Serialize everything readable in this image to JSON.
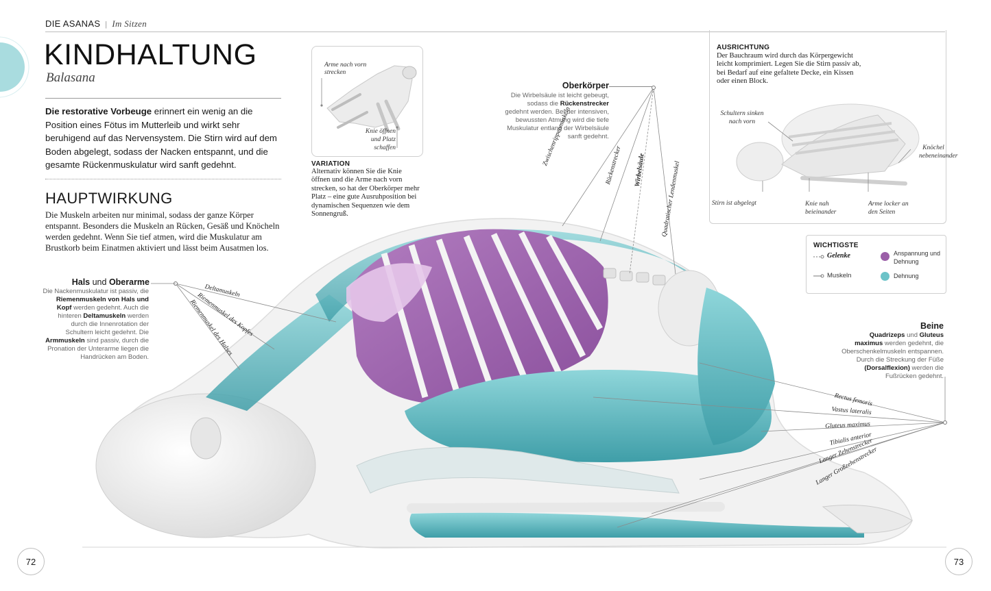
{
  "header": {
    "section": "DIE ASANAS",
    "separator": "|",
    "subsection": "Im Sitzen"
  },
  "title": "KINDHALTUNG",
  "subtitle": "Balasana",
  "intro": {
    "lead": "Die restorative Vorbeuge",
    "text": " erinnert ein wenig an die Position eines Fötus im Mutterleib und wirkt sehr beruhigend auf das Nervensystem. Die Stirn wird auf dem Boden abgelegt, sodass der Nacken entspannt, und die gesamte Rückenmuskulatur wird sanft gedehnt."
  },
  "main_effect": {
    "heading": "HAUPTWIRKUNG",
    "text": "Die Muskeln arbeiten nur minimal, sodass der ganze Körper entspannt. Besonders die Muskeln an Rücken, Gesäß und Knöcheln werden gedehnt. Wenn Sie tief atmen, wird die Muskulatur am Brustkorb beim Einatmen aktiviert und lässt beim Ausatmen los."
  },
  "variation_figure": {
    "label_top": "Arme nach vorn strecken",
    "label_bottom": "Knie öffnen und Platz schaffen"
  },
  "variation": {
    "heading": "VARIATION",
    "text": "Alternativ können Sie die Knie öffnen und die Arme nach vorn strecken, so hat der Oberkörper mehr Platz – eine gute Ausruhposition bei dynamischen Sequenzen wie dem Sonnengruß."
  },
  "upper_body": {
    "heading": "Oberkörper",
    "text_a": "Die Wirbelsäule ist leicht gebeugt, sodass die ",
    "bold": "Rückenstrecker",
    "text_b": " gedehnt werden. Bei der intensiven, bewussten Atmung wird die tiefe Muskulatur entlang der Wirbelsäule sanft gedehnt."
  },
  "upper_labels": [
    "Zwischenrippenmuskeln",
    "Rückenstrecker",
    "Wirbelsäule",
    "Quadratischer Lendenmuskel"
  ],
  "alignment": {
    "heading": "AUSRICHTUNG",
    "text": "Der Bauchraum wird durch das Körpergewicht leicht komprimiert. Legen Sie die Stirn passiv ab, bei Bedarf auf eine gefaltete Decke, ein Kissen oder einen Block.",
    "labels": {
      "shoulders": "Schultern sinken nach vorn",
      "knees_side": "Knöchel nebeneinander",
      "forehead": "Stirn ist abgelegt",
      "knees_close": "Knie nah beieinander",
      "arms": "Arme locker an den Seiten"
    }
  },
  "legend": {
    "title": "WICHTIGSTE",
    "joints": "Gelenke",
    "muscles": "Muskeln",
    "tension": "Anspannung und Dehnung",
    "stretch": "Dehnung",
    "tension_color": "#9b5fa8",
    "stretch_color": "#6cc3c8"
  },
  "neck": {
    "heading_a": "Hals",
    "heading_and": " und ",
    "heading_b": "Oberarme",
    "t1": "Die Nackenmuskulatur ist passiv, die ",
    "b1": "Riemenmuskeln von Hals und Kopf",
    "t2": " werden gedehnt. Auch die hinteren ",
    "b2": "Deltamuskeln",
    "t3": " werden durch die Innenrotation der Schultern leicht gedehnt. Die ",
    "b3": "Armmuskeln",
    "t4": " sind passiv, durch die Pronation der Unterarme liegen die Handrücken am Boden.",
    "labels": [
      "Deltamuskeln",
      "Riemenmuskel des Kopfes",
      "Riemenmuskel des Halses"
    ]
  },
  "legs": {
    "heading": "Beine",
    "b1": "Quadrizeps",
    "t1": " und ",
    "b2": "Gluteus maximus",
    "t2": " werden gedehnt, die Oberschenkelmuskeln entspannen. Durch die Streckung der Füße ",
    "b3": "(Dorsalflexion)",
    "t3": " werden die Fußrücken gedehnt.",
    "labels": [
      "Rectus femoris",
      "Vastus lateralis",
      "Gluteus maximus",
      "Tibialis anterior",
      "Langer Zehenstrecker",
      "Langer Großzehenstrecker"
    ]
  },
  "pages": {
    "left": "72",
    "right": "73"
  }
}
